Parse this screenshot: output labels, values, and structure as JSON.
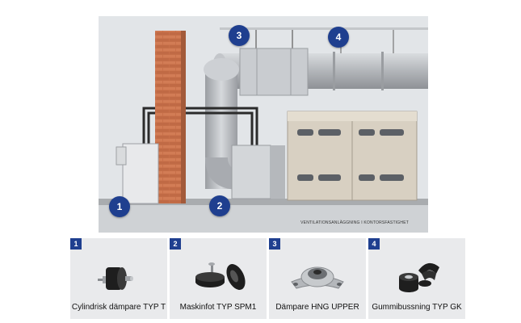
{
  "scene": {
    "caption": "VENTILATIONSANLÄGGNING I KONTORSFASTIGHET",
    "markers": [
      "1",
      "2",
      "3",
      "4"
    ]
  },
  "products": [
    {
      "number": "1",
      "label": "Cylindrisk dämpare TYP T"
    },
    {
      "number": "2",
      "label": "Maskinfot TYP SPM1"
    },
    {
      "number": "3",
      "label": "Dämpare HNG UPPER"
    },
    {
      "number": "4",
      "label": "Gummibussning TYP GK"
    }
  ],
  "colors": {
    "accent": "#1f3f8f",
    "panel_bg": "#e9eaec",
    "brick": "#c8704a",
    "duct": "#b9bcc0"
  }
}
